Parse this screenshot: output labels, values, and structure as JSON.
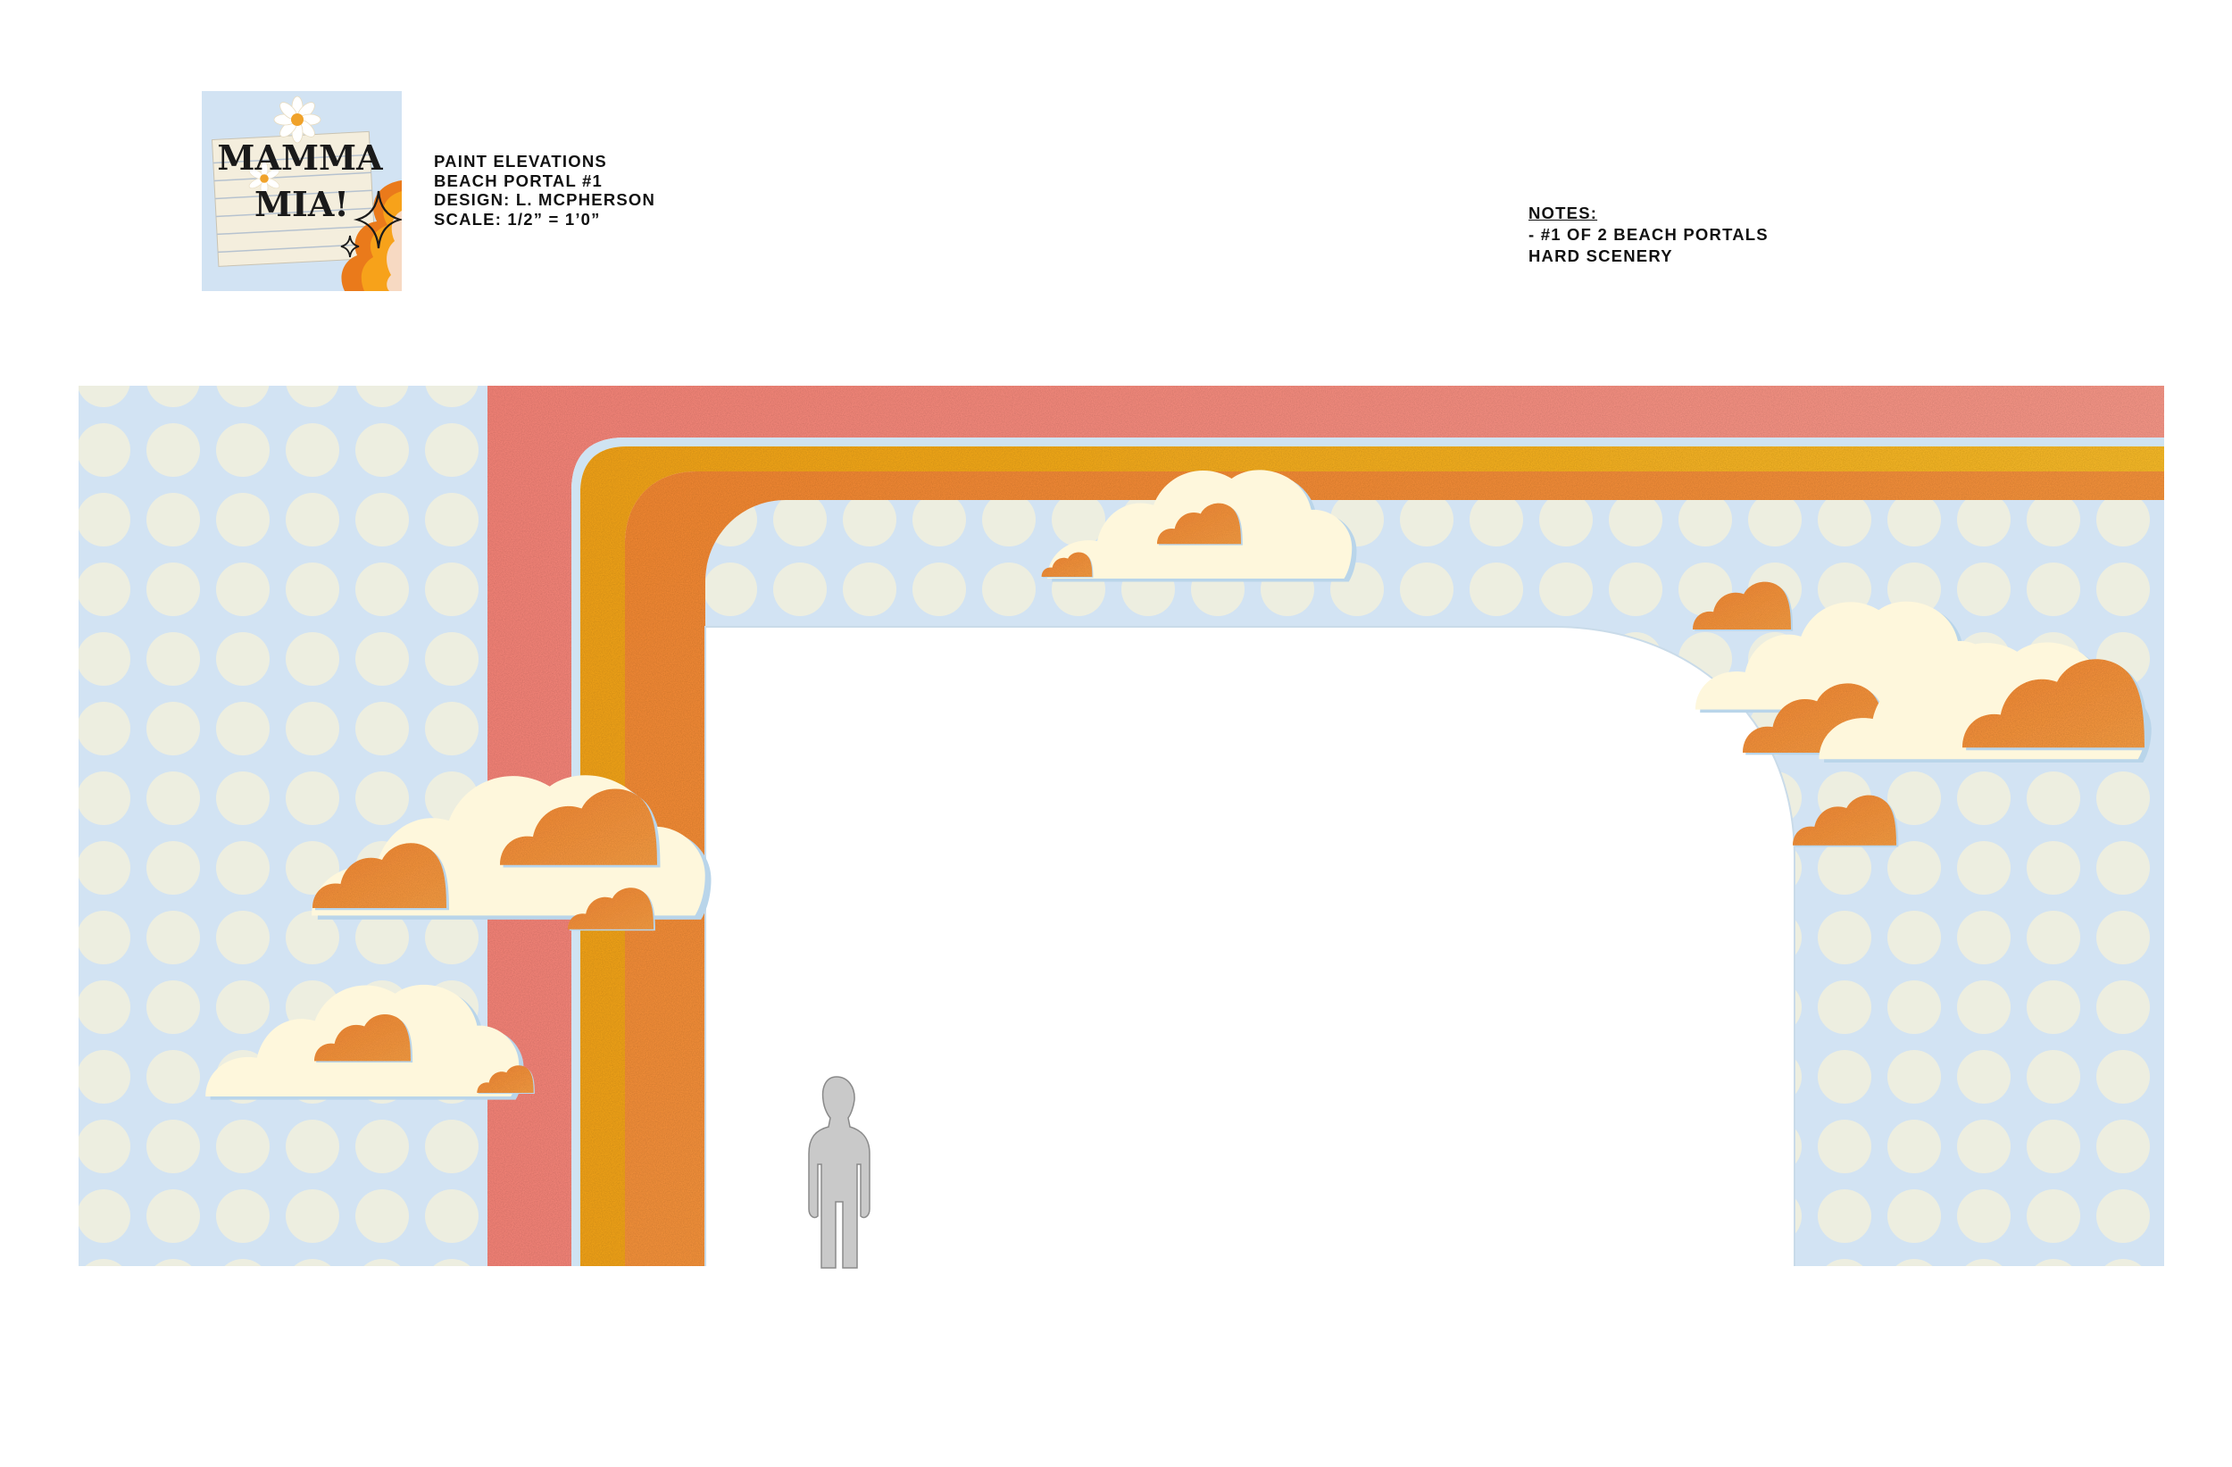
{
  "logo": {
    "line1": "MAMMA",
    "line2": "MIA!",
    "colors": {
      "background": "#d2e3f3",
      "paper": "#f4eedd",
      "hair_orange": "#f7a21a",
      "hair_dark": "#ea7a1b",
      "daisy_center": "#f0a22a"
    },
    "icons": [
      "daisy-icon",
      "sparkle-icon"
    ]
  },
  "title_block": {
    "line1": "PAINT ELEVATIONS",
    "line2": "BEACH PORTAL #1",
    "line3": "DESIGN: L. MCPHERSON",
    "line4": "SCALE: 1/2” = 1’0”"
  },
  "notes": {
    "heading": "NOTES:",
    "line1": "- #1 OF 2 BEACH PORTALS",
    "line2": "HARD SCENERY"
  },
  "elevation": {
    "colors": {
      "sky": "#d2e3f3",
      "dot": "#f2f0dd",
      "coral": "#f98a7e",
      "yellow": "#f9b01a",
      "orange": "#f88a33",
      "cloud_cream": "#fef7dc",
      "cloud_shadow": "#b9d5ea",
      "figure": "#c9c9c9"
    },
    "elements": [
      "sky-panel",
      "rainbow-arch",
      "cloud",
      "human-scale-figure"
    ]
  }
}
